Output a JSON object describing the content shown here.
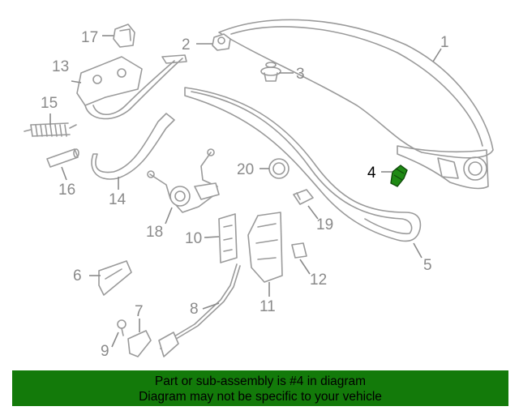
{
  "callouts": [
    "1",
    "2",
    "3",
    "4",
    "5",
    "6",
    "7",
    "8",
    "9",
    "10",
    "11",
    "12",
    "13",
    "14",
    "15",
    "16",
    "17",
    "18",
    "19",
    "20"
  ],
  "highlighted_part": "4",
  "colors": {
    "banner_bg": "#137a0a",
    "highlight_part": "#1f8a14",
    "outline": "#9a9a9a"
  },
  "banner": {
    "line1": "Part or sub-assembly is #4 in diagram",
    "line2": "Diagram may not be specific to your vehicle"
  }
}
